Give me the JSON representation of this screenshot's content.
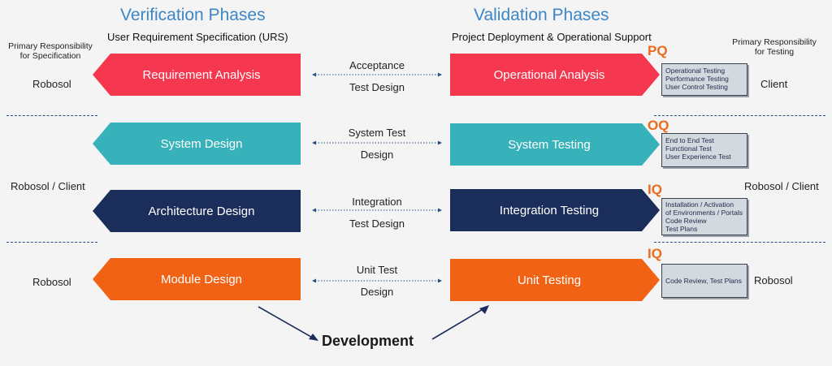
{
  "verification_title": "Verification Phases",
  "validation_title": "Validation Phases",
  "verification_subtitle": "User Requirement Specification (URS)",
  "validation_subtitle": "Project Deployment & Operational Support",
  "left_resp_heading": [
    "Primary Responsibility",
    "for Specification"
  ],
  "right_resp_heading": [
    "Primary Responsibility",
    "for Testing"
  ],
  "rows": [
    {
      "left": "Requirement Analysis",
      "right": "Operational Analysis",
      "mid": [
        "Acceptance",
        "Test Design"
      ],
      "color": "#f5384f",
      "tag": "PQ",
      "tests": [
        "Operational Testing",
        "Performance Testing",
        "User Control Testing"
      ]
    },
    {
      "left": "System Design",
      "right": "System Testing",
      "mid": [
        "System Test",
        "Design"
      ],
      "color": "#38b2ba",
      "tag": "OQ",
      "tests": [
        "End to End Test",
        "Functional Test",
        "User Experience Test"
      ]
    },
    {
      "left": "Architecture Design",
      "right": "Integration Testing",
      "mid": [
        "Integration",
        "Test Design"
      ],
      "color": "#1b2d5a",
      "tag": "IQ",
      "tests": [
        "Installation / Activation",
        "of Environments / Portals",
        "Code Review",
        "Test Plans"
      ]
    },
    {
      "left": "Module Design",
      "right": "Unit Testing",
      "mid": [
        "Unit Test",
        "Design"
      ],
      "color": "#f26215",
      "tag": "IQ",
      "tests": [
        "Code Review, Test Plans"
      ]
    }
  ],
  "left_responsibility": [
    "Robosol",
    "Robosol / Client",
    "Robosol"
  ],
  "right_responsibility": [
    "Client",
    "Robosol / Client",
    "Robosol"
  ],
  "development_label": "Development"
}
